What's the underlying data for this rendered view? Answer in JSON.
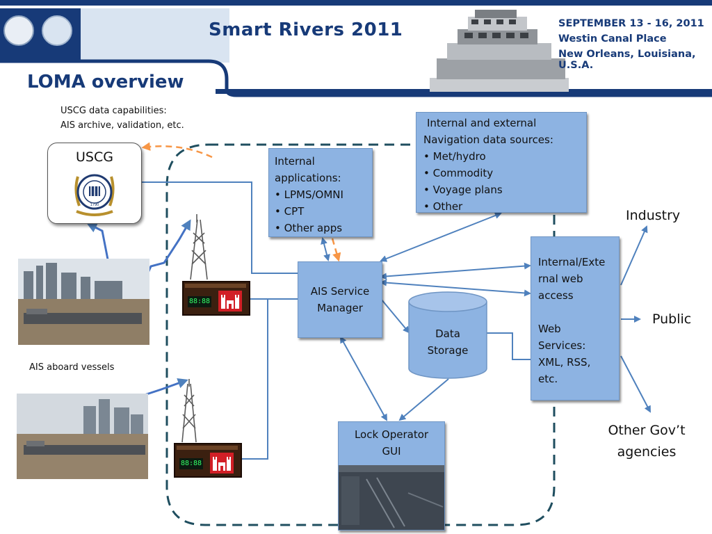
{
  "header": {
    "event_title": "Smart Rivers 2011",
    "dates": "SEPTEMBER 13 - 16, 2011",
    "venue": "Westin Canal Place",
    "city": "New Orleans, Louisiana, U.S.A."
  },
  "slide_title": "LOMA overview",
  "uscg_note": {
    "line1": "USCG data capabilities:",
    "line2": "AIS archive, validation, etc."
  },
  "uscg_box": {
    "label": "USCG",
    "seal_year": "1790"
  },
  "internal_apps": {
    "line1": "Internal",
    "line2": "applications:",
    "items": [
      "LPMS/OMNI",
      "CPT",
      "Other apps"
    ]
  },
  "nav_sources": {
    "line1": "Internal and external",
    "line2": "Navigation data sources:",
    "items": [
      "Met/hydro",
      "Commodity",
      "Voyage plans",
      "Other"
    ]
  },
  "ais_manager": {
    "line1": "AIS Service",
    "line2": "Manager"
  },
  "data_storage": {
    "line1": "Data",
    "line2": "Storage"
  },
  "web_access": {
    "line1": "Internal/Exte",
    "line2": "rnal web",
    "line3": "access",
    "line4": "Web",
    "line5": "Services:",
    "line6": "XML, RSS,",
    "line7": "etc."
  },
  "lock_gui": {
    "line1": "Lock Operator",
    "line2": "GUI"
  },
  "outputs": {
    "industry": "Industry",
    "public": "Public",
    "other_gov_line1": "Other Gov’t",
    "other_gov_line2": "agencies"
  },
  "vessel_note": "AIS aboard vessels",
  "receiver_display": "88:88",
  "colors": {
    "navy": "#173a78",
    "box_fill": "#8db3e2",
    "arrow_blue": "#4f81bd",
    "dashed_border": "#1f4e5f",
    "orange_arrow": "#f79646"
  }
}
